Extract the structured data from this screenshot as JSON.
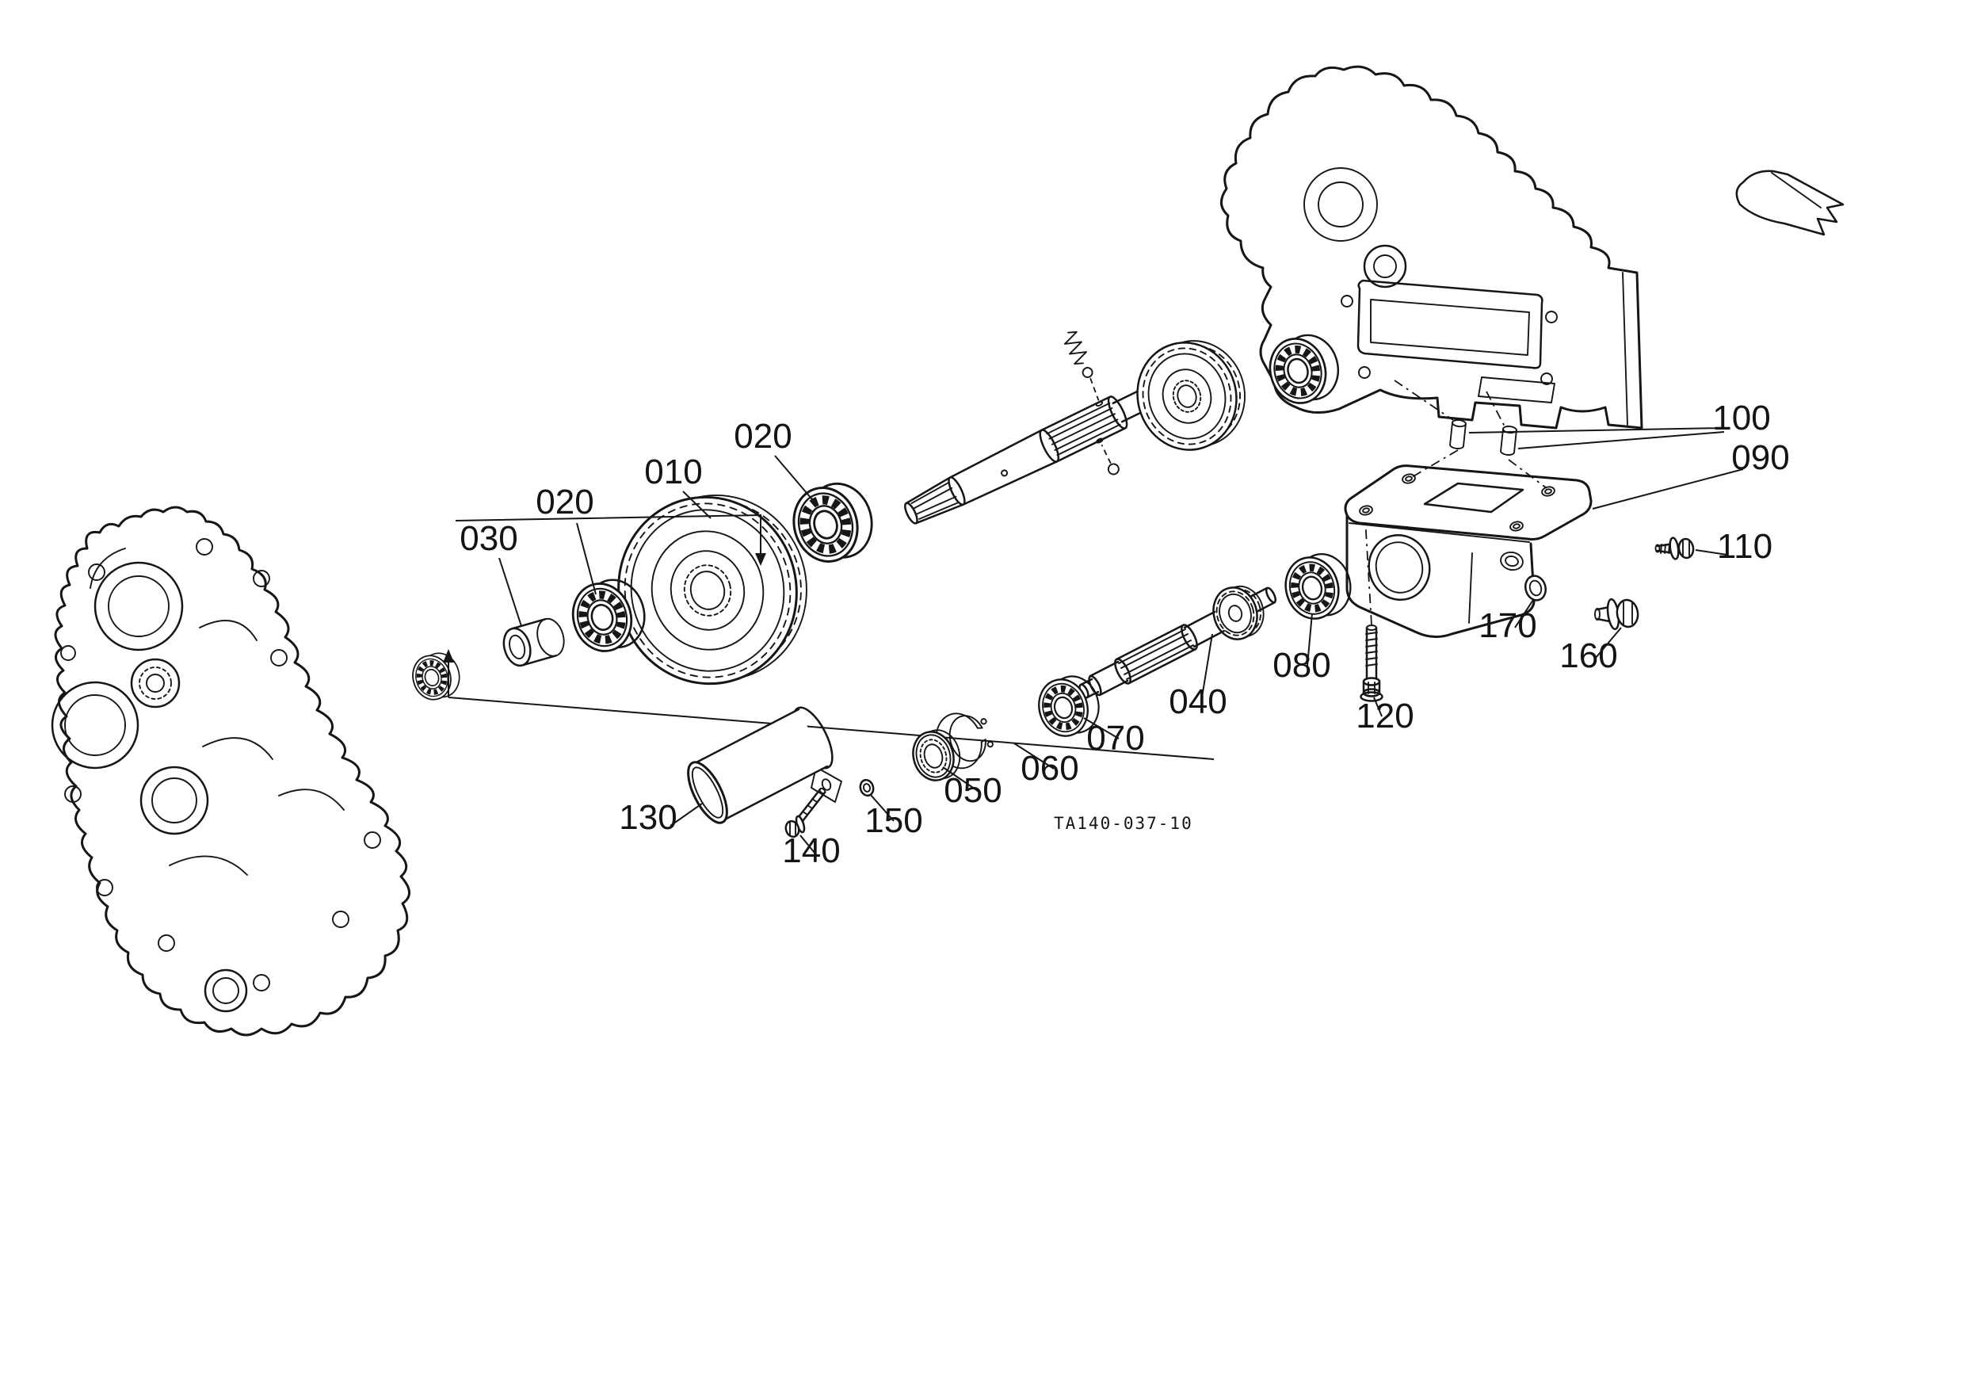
{
  "diagram": {
    "drawing_number": "TA140-037-10",
    "line_color": "#161616",
    "background": "#ffffff",
    "callouts": [
      {
        "label": "010",
        "part": "main-drive-gear"
      },
      {
        "label": "020",
        "part": "ball-bearing-front"
      },
      {
        "label": "020",
        "part": "ball-bearing-rear"
      },
      {
        "label": "030",
        "part": "spacer-collar"
      },
      {
        "label": "040",
        "part": "pto-output-shaft"
      },
      {
        "label": "050",
        "part": "oil-seal"
      },
      {
        "label": "060",
        "part": "snap-ring"
      },
      {
        "label": "070",
        "part": "shaft-ball-bearing"
      },
      {
        "label": "080",
        "part": "case-ball-bearing"
      },
      {
        "label": "090",
        "part": "bearing-retainer-case"
      },
      {
        "label": "100",
        "part": "dowel-pins"
      },
      {
        "label": "110",
        "part": "hex-flange-bolt"
      },
      {
        "label": "120",
        "part": "stud-bolt"
      },
      {
        "label": "130",
        "part": "shaft-cover"
      },
      {
        "label": "140",
        "part": "cover-bolt"
      },
      {
        "label": "150",
        "part": "lock-nut"
      },
      {
        "label": "160",
        "part": "hex-plug"
      },
      {
        "label": "170",
        "part": "seal-washer"
      }
    ]
  }
}
